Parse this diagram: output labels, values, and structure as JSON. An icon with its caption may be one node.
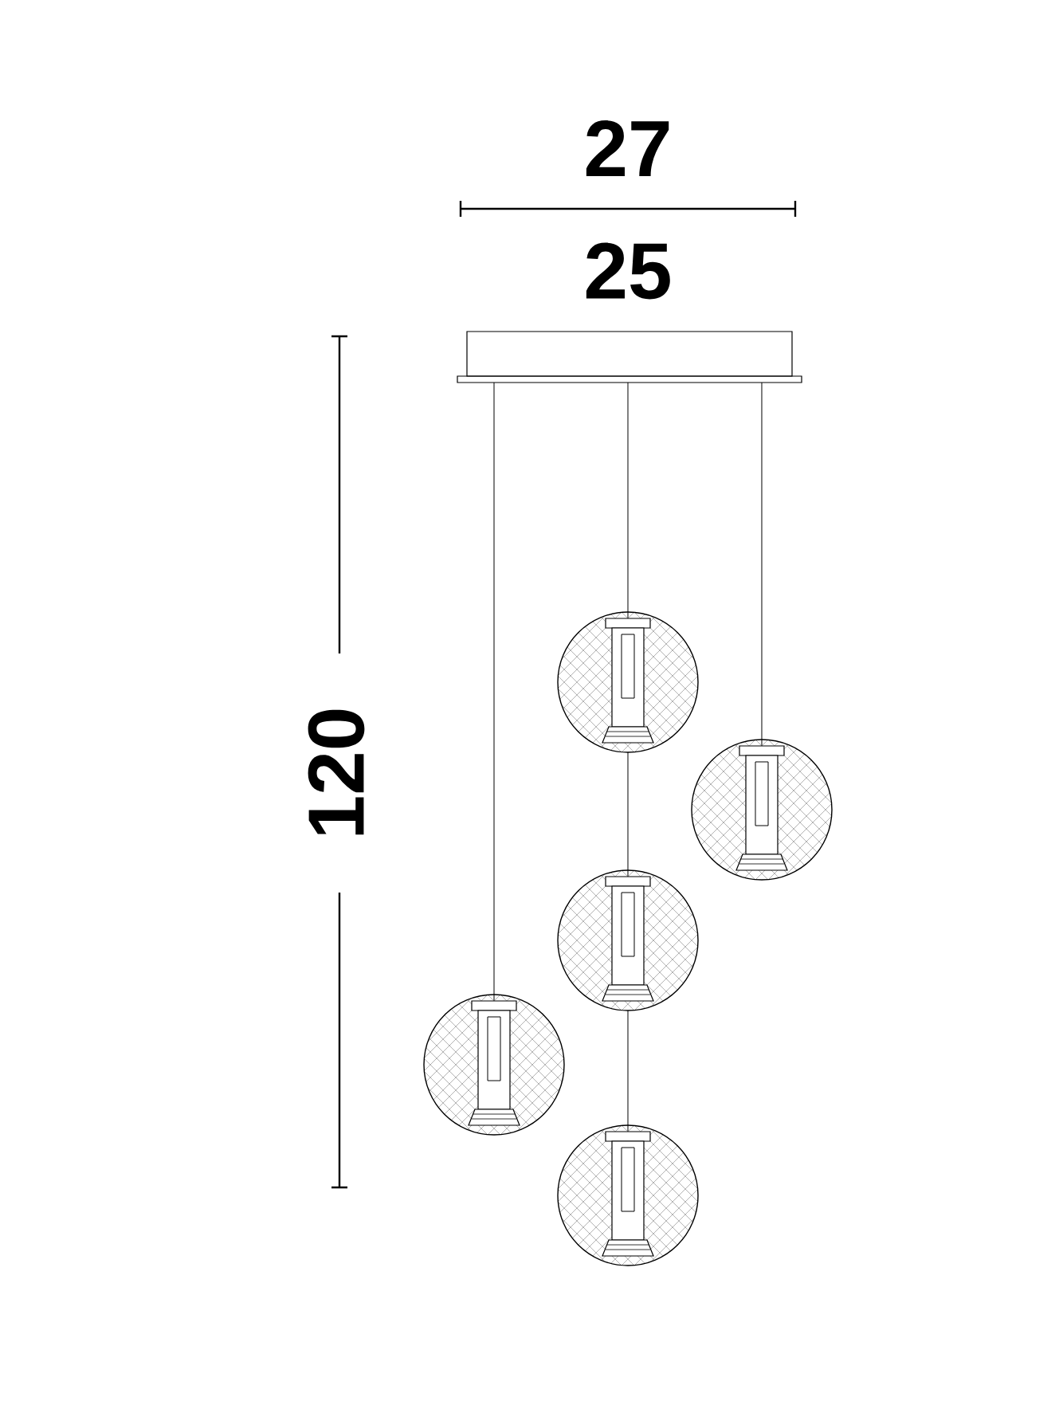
{
  "diagram": {
    "labels": [
      "27",
      "25",
      "120"
    ]
  }
}
